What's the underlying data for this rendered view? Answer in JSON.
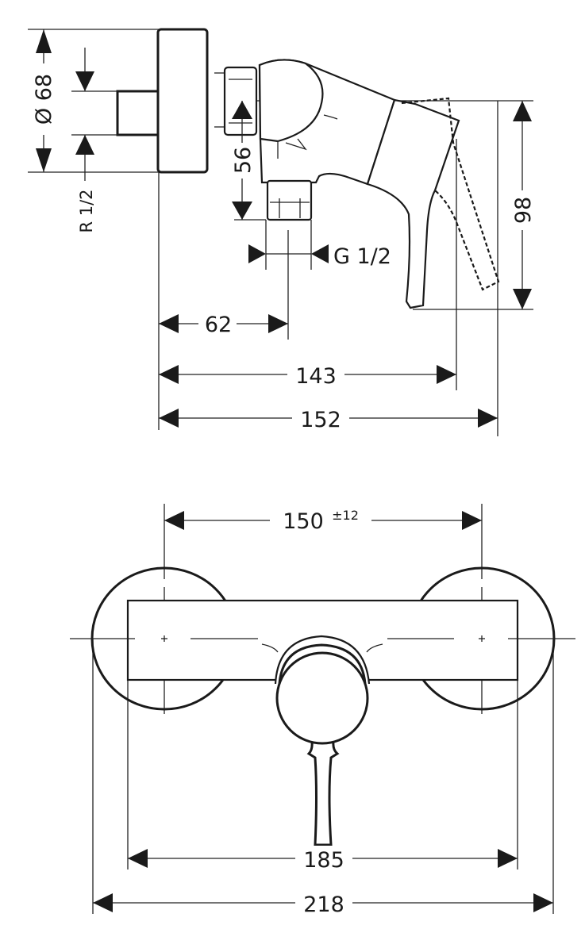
{
  "side_view": {
    "diameter_label": "Ø 68",
    "thread_inlet_label": "R 1/2",
    "outlet_height_label": "56",
    "outlet_thread_label": "G 1/2",
    "total_height_label": "98",
    "outlet_offset_label": "62",
    "depth_label": "143",
    "total_depth_label": "152"
  },
  "front_view": {
    "centre_distance_label": "150",
    "centre_tolerance_label": "±12",
    "body_width_label": "185",
    "total_width_label": "218"
  }
}
